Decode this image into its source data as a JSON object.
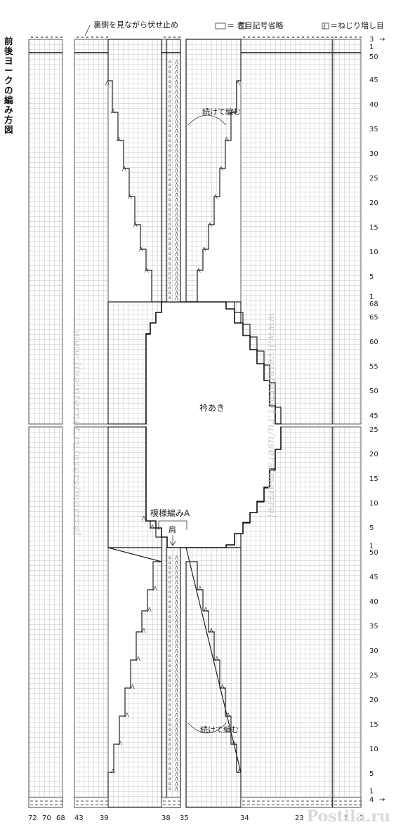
{
  "header": {
    "bind_off": "裏側を見ながら伏せ止め",
    "legend_knit": "＝ 表目記号省略",
    "legend_twist": "＝ねじり増し目",
    "knit_symbol": "|",
    "twist_symbol": "ℓ"
  },
  "title": "前後ヨークの編み方図",
  "labels": {
    "continue_top": "続けて編む",
    "continue_bottom": "続けて編む",
    "neck": "衿あき",
    "pattern_a": "模様編みA",
    "shoulder": "肩"
  },
  "row_numbers": {
    "top_block": [
      "3",
      "1",
      "50",
      "45",
      "40",
      "35",
      "30",
      "25",
      "20",
      "15",
      "10",
      "5",
      "1"
    ],
    "neck_block": [
      "68",
      "65",
      "60",
      "55",
      "50",
      "45",
      "25",
      "20",
      "15",
      "10",
      "5",
      "1"
    ],
    "bottom_block": [
      "50",
      "45",
      "40",
      "35",
      "30",
      "25",
      "20",
      "15",
      "10",
      "5",
      "1",
      "4"
    ],
    "arrow": "→"
  },
  "stitch_numbers": [
    "72",
    "70",
    "68",
    "43",
    "39",
    "38",
    "35",
    "34",
    "23",
    "5",
    "1"
  ],
  "watermark": {
    "side": "www.liveinternet.ru/users/marrrel",
    "footer": "Postila.ru"
  }
}
